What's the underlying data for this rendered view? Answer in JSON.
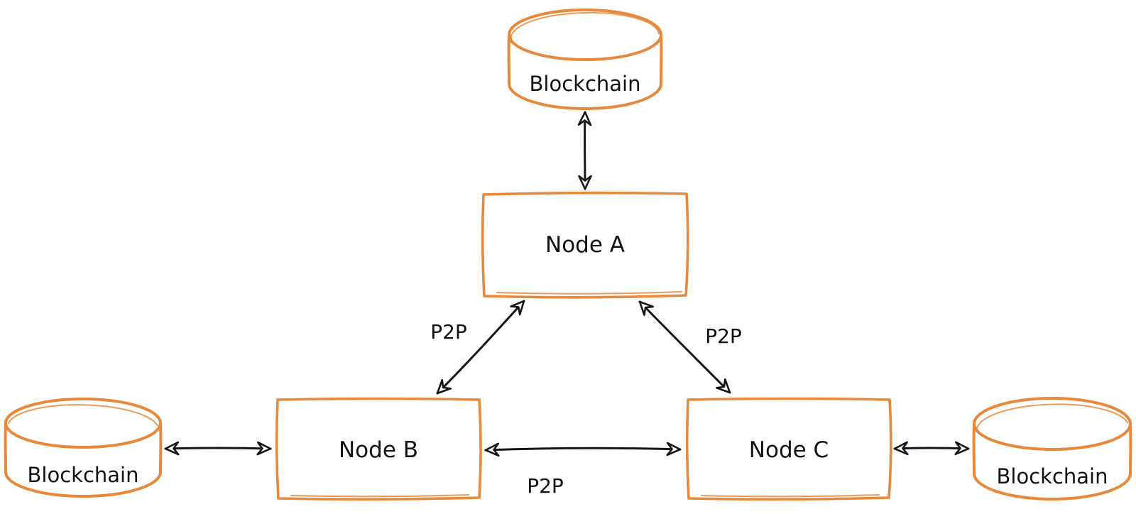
{
  "colors": {
    "shape_stroke": "#e8883b",
    "connector": "#161616",
    "text": "#111111",
    "background": "#ffffff"
  },
  "nodes": {
    "blockchain_top": {
      "label": "Blockchain",
      "shape": "cylinder"
    },
    "node_a": {
      "label": "Node A",
      "shape": "rectangle"
    },
    "node_b": {
      "label": "Node B",
      "shape": "rectangle"
    },
    "node_c": {
      "label": "Node C",
      "shape": "rectangle"
    },
    "blockchain_left": {
      "label": "Blockchain",
      "shape": "cylinder"
    },
    "blockchain_right": {
      "label": "Blockchain",
      "shape": "cylinder"
    }
  },
  "edges": {
    "top_blockchain_node_a": {
      "type": "bidirectional",
      "label": ""
    },
    "node_a_node_b": {
      "type": "bidirectional",
      "label": "P2P"
    },
    "node_a_node_c": {
      "type": "bidirectional",
      "label": "P2P"
    },
    "node_b_node_c": {
      "type": "bidirectional",
      "label": "P2P"
    },
    "left_blockchain_node_b": {
      "type": "bidirectional",
      "label": ""
    },
    "node_c_right_blockchain": {
      "type": "bidirectional",
      "label": ""
    }
  }
}
